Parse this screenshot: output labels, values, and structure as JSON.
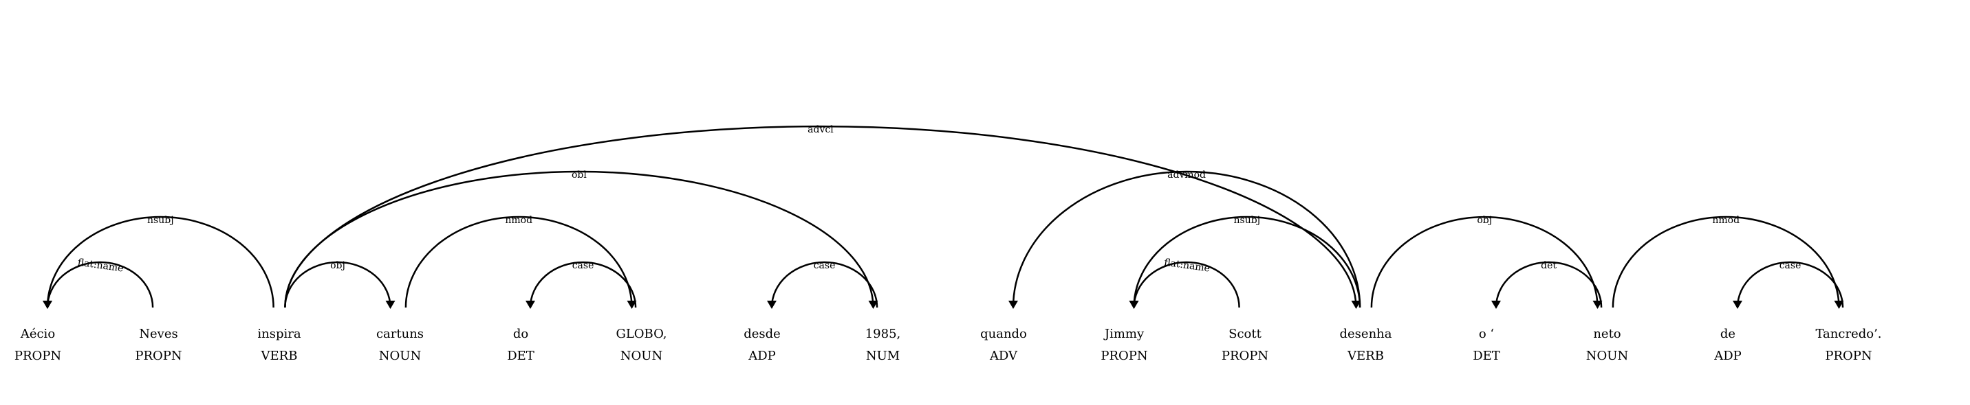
{
  "tokens": [
    {
      "word": "Aécio",
      "tag": "PROPN"
    },
    {
      "word": "Neves",
      "tag": "PROPN"
    },
    {
      "word": "inspira",
      "tag": "VERB"
    },
    {
      "word": "cartuns",
      "tag": "NOUN"
    },
    {
      "word": "do",
      "tag": "DET"
    },
    {
      "word": "GLOBO,",
      "tag": "NOUN"
    },
    {
      "word": "desde",
      "tag": "ADP"
    },
    {
      "word": "1985,",
      "tag": "NUM"
    },
    {
      "word": "quando",
      "tag": "ADV"
    },
    {
      "word": "Jimmy",
      "tag": "PROPN"
    },
    {
      "word": "Scott",
      "tag": "PROPN"
    },
    {
      "word": "desenha",
      "tag": "VERB"
    },
    {
      "word": "o ‘",
      "tag": "DET"
    },
    {
      "word": "neto",
      "tag": "NOUN"
    },
    {
      "word": "de",
      "tag": "ADP"
    },
    {
      "word": "Tancredo’.",
      "tag": "PROPN"
    }
  ],
  "arcs": [
    {
      "head": 1,
      "dep": 0,
      "label": "flat:name"
    },
    {
      "head": 2,
      "dep": 0,
      "label": "nsubj"
    },
    {
      "head": 2,
      "dep": 3,
      "label": "obj"
    },
    {
      "head": 5,
      "dep": 4,
      "label": "case"
    },
    {
      "head": 3,
      "dep": 5,
      "label": "nmod"
    },
    {
      "head": 7,
      "dep": 6,
      "label": "case"
    },
    {
      "head": 2,
      "dep": 7,
      "label": "obl"
    },
    {
      "head": 11,
      "dep": 8,
      "label": "advmod"
    },
    {
      "head": 10,
      "dep": 9,
      "label": "flat:name"
    },
    {
      "head": 11,
      "dep": 9,
      "label": "nsubj"
    },
    {
      "head": 2,
      "dep": 11,
      "label": "advcl"
    },
    {
      "head": 13,
      "dep": 12,
      "label": "det"
    },
    {
      "head": 11,
      "dep": 13,
      "label": "obj"
    },
    {
      "head": 15,
      "dep": 14,
      "label": "case"
    },
    {
      "head": 13,
      "dep": 15,
      "label": "nmod"
    }
  ]
}
